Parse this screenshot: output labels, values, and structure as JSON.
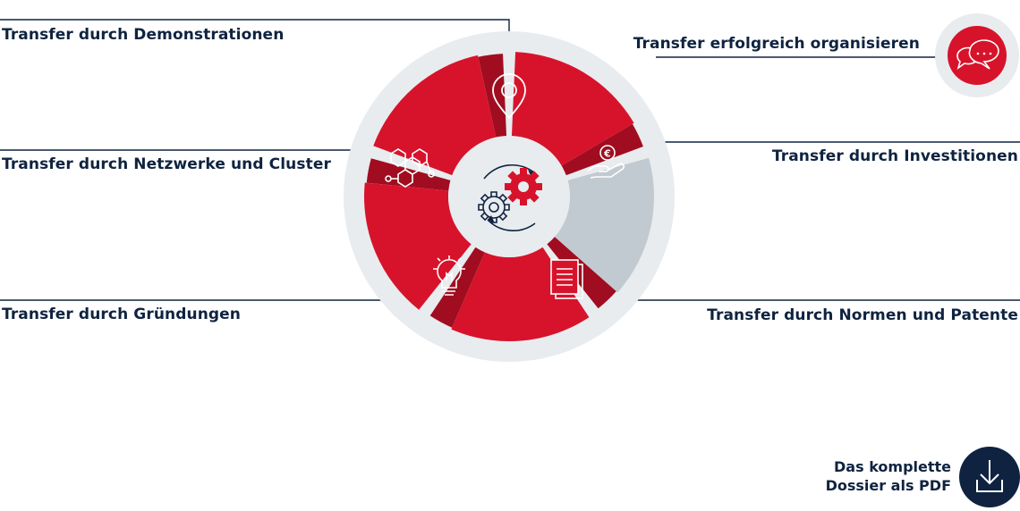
{
  "labels": {
    "demonstrationen": "Transfer durch Demonstrationen",
    "netzwerke": "Transfer durch Netzwerke und Cluster",
    "gruendungen": "Transfer durch Gründungen",
    "organisieren": "Transfer erfolgreich organisieren",
    "investitionen": "Transfer durch Investitionen",
    "normen": "Transfer durch Normen und Patente"
  },
  "download": {
    "line1": "Das komplette",
    "line2": "Dossier als PDF"
  },
  "segments": [
    {
      "name": "demonstrationen",
      "icon": "location-pin-icon",
      "color": "#d7132b"
    },
    {
      "name": "investitionen",
      "icon": "euro-hand-icon",
      "color": "#d7132b"
    },
    {
      "name": "normen",
      "icon": "document-icon",
      "color": "#d7132b"
    },
    {
      "name": "gruendungen",
      "icon": "lightbulb-icon",
      "color": "#c2cad1"
    },
    {
      "name": "netzwerke",
      "icon": "molecule-network-icon",
      "color": "#d7132b"
    }
  ],
  "center_icon": "gears-icon",
  "colors": {
    "accent": "#d7132b",
    "accent_dark": "#a10d20",
    "navy": "#0f2340",
    "ring": "#e8ecef",
    "gray_segment": "#c2cad1"
  }
}
